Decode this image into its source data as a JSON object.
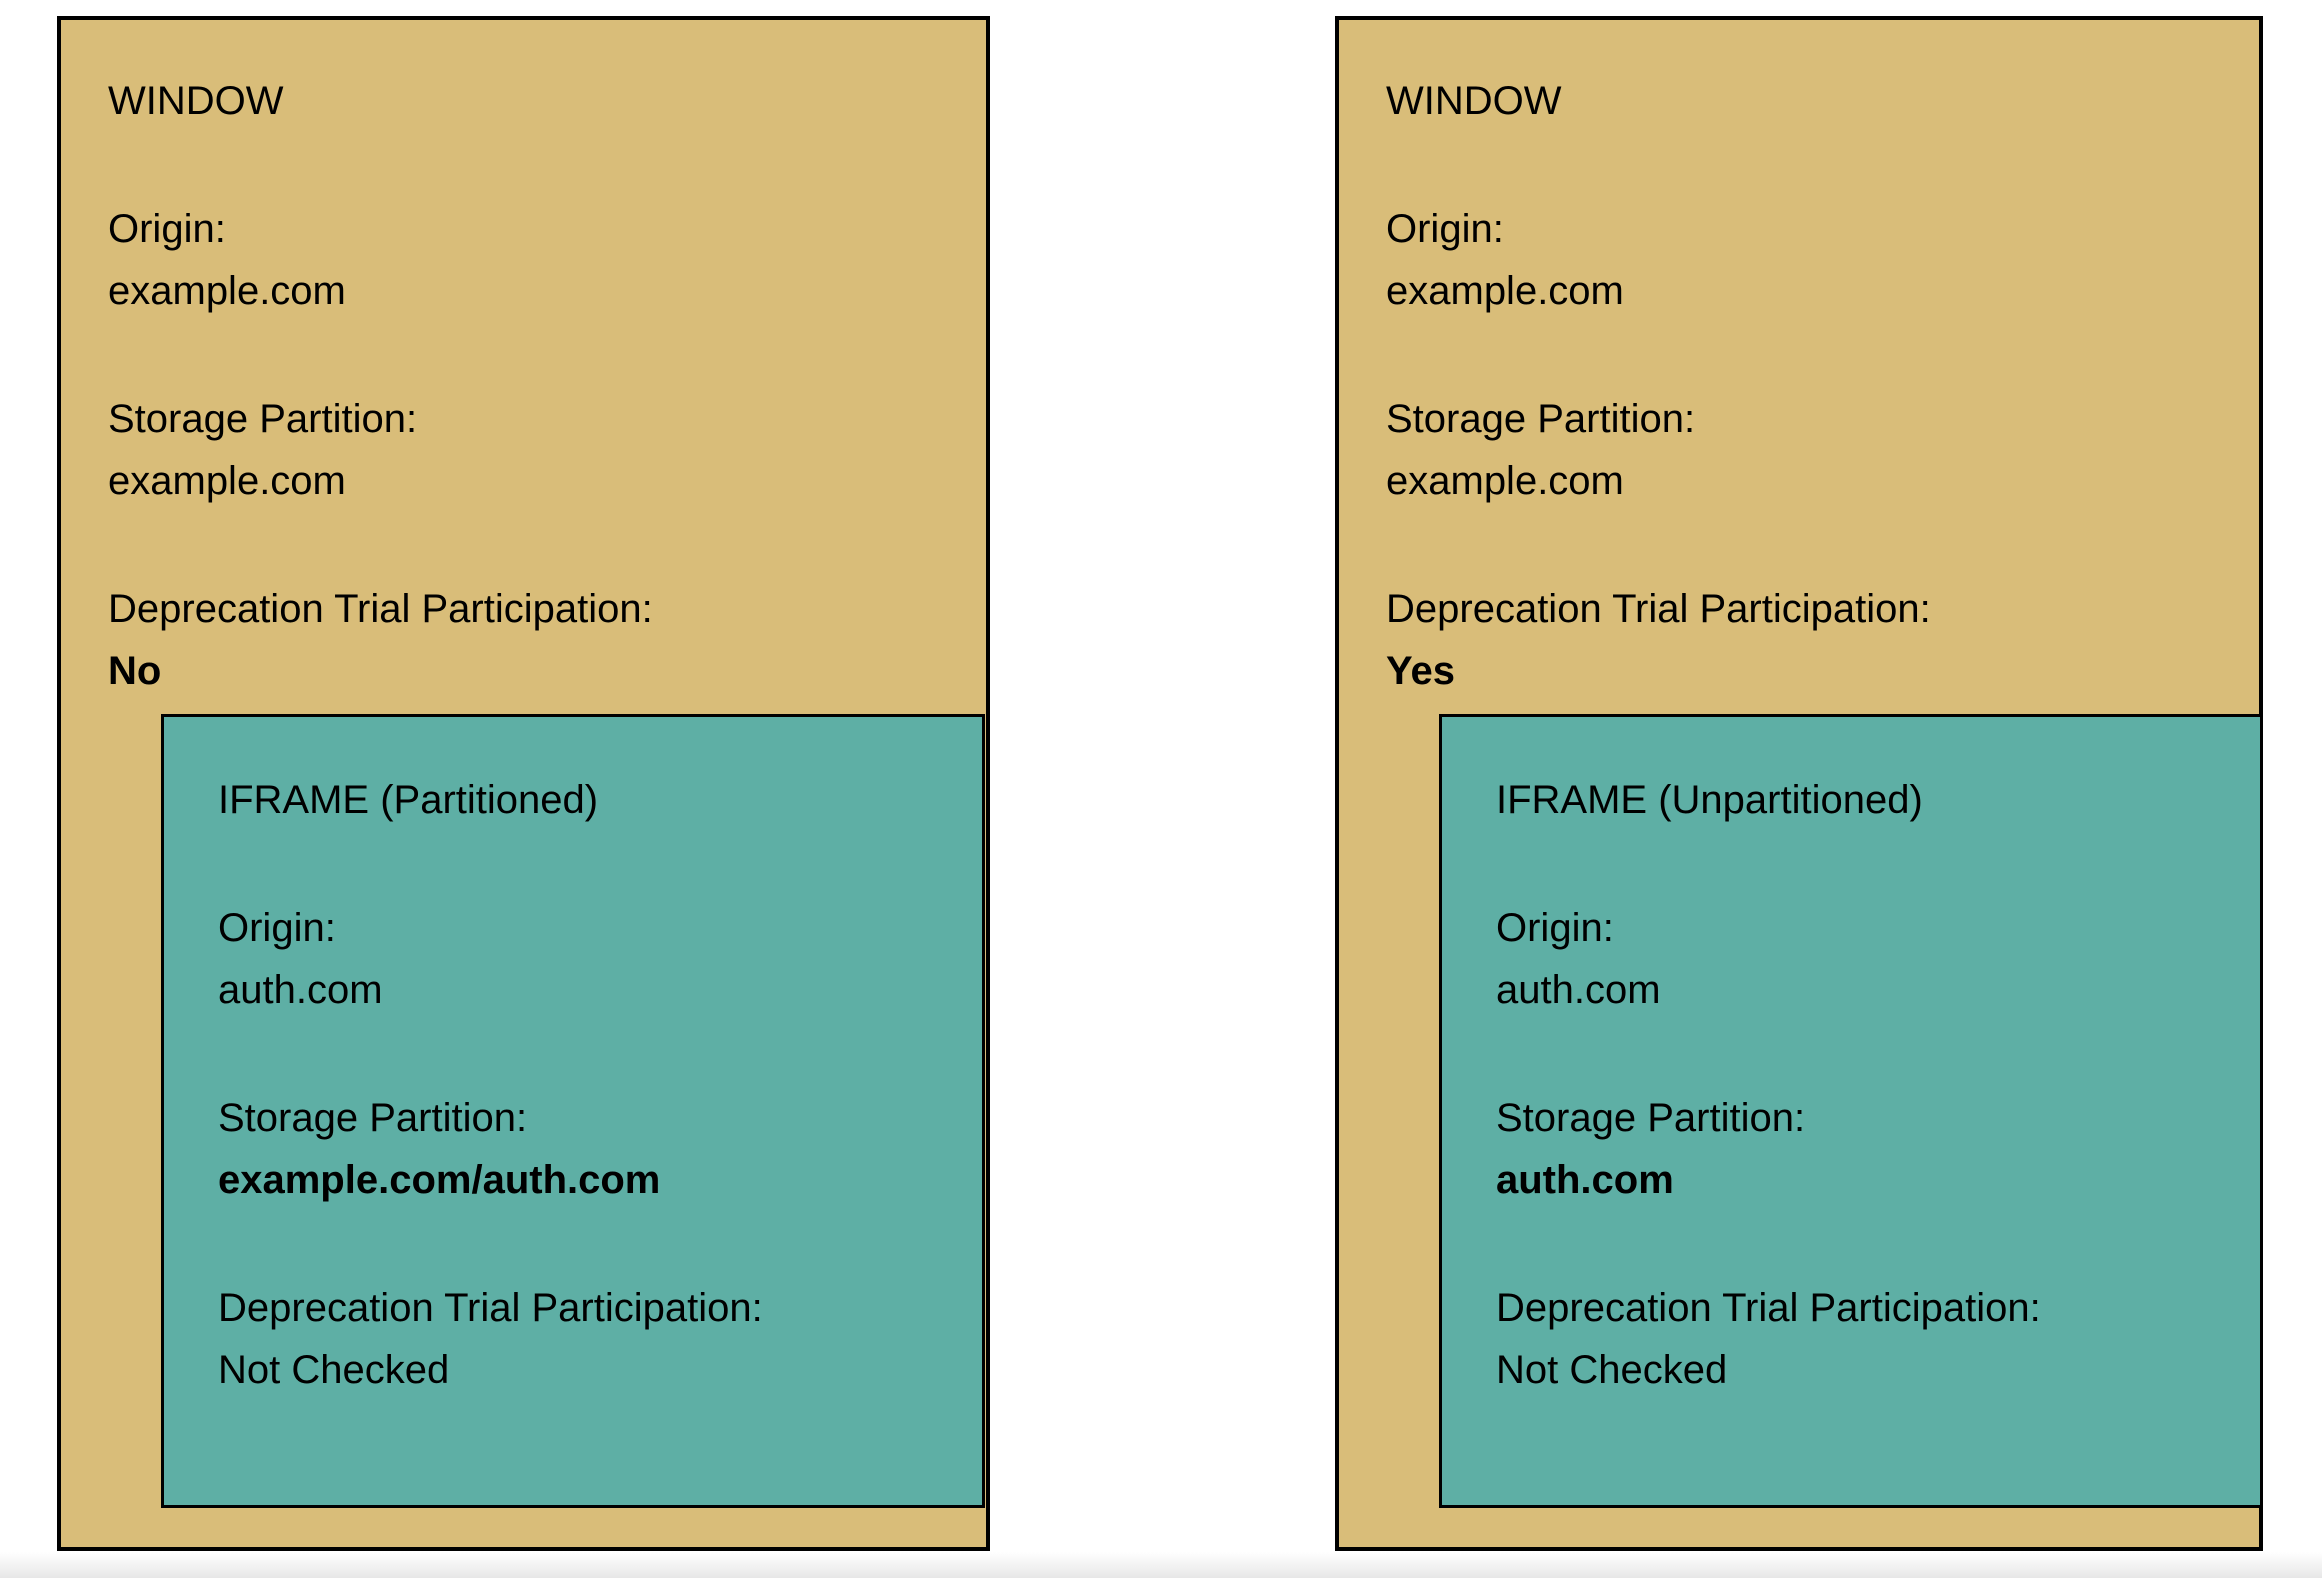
{
  "colors": {
    "window_fill": "#D9BD79",
    "iframe_fill": "#5EAFA5",
    "border": "#000000"
  },
  "panels": [
    {
      "window": {
        "title": "WINDOW",
        "fields": [
          {
            "label": "Origin:",
            "value": "example.com"
          },
          {
            "label": "Storage Partition:",
            "value": "example.com"
          },
          {
            "label": "Deprecation Trial Participation:",
            "value": "No"
          }
        ]
      },
      "iframe": {
        "title": "IFRAME (Partitioned)",
        "fields": [
          {
            "label": "Origin:",
            "value": "auth.com"
          },
          {
            "label": "Storage Partition:",
            "value": "example.com/auth.com"
          },
          {
            "label": "Deprecation Trial Participation:",
            "value": "Not Checked"
          }
        ]
      }
    },
    {
      "window": {
        "title": "WINDOW",
        "fields": [
          {
            "label": "Origin:",
            "value": "example.com"
          },
          {
            "label": "Storage Partition:",
            "value": "example.com"
          },
          {
            "label": "Deprecation Trial Participation:",
            "value": "Yes"
          }
        ]
      },
      "iframe": {
        "title": "IFRAME (Unpartitioned)",
        "fields": [
          {
            "label": "Origin:",
            "value": "auth.com"
          },
          {
            "label": "Storage Partition:",
            "value": "auth.com"
          },
          {
            "label": "Deprecation Trial Participation:",
            "value": "Not Checked"
          }
        ]
      }
    }
  ]
}
